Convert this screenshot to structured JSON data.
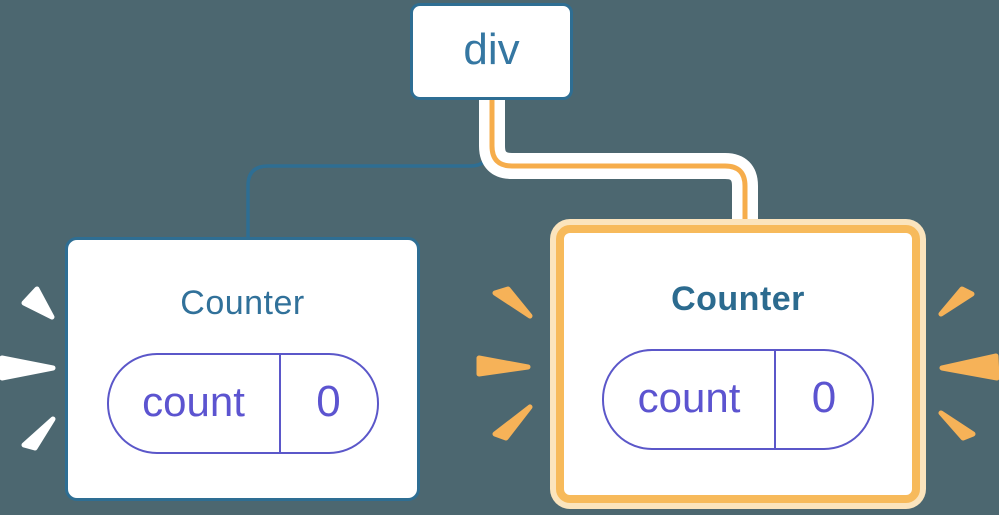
{
  "diagram": {
    "root": {
      "label": "div"
    },
    "children": [
      {
        "title": "Counter",
        "state": {
          "key": "count",
          "value": "0"
        },
        "highlighted": false
      },
      {
        "title": "Counter",
        "state": {
          "key": "count",
          "value": "0"
        },
        "highlighted": true
      }
    ]
  },
  "colors": {
    "background": "#4C6770",
    "node_border_blue": "#2E6E93",
    "root_label_blue": "#3577A2",
    "title_blue": "#31719A",
    "title_blue_bold": "#2C6B8F",
    "state_indigo": "#5C54D0",
    "state_border_indigo": "#5B57C9",
    "highlight_border_orange": "#F7BA5B",
    "highlight_halo_orange": "#FBE4BD",
    "edge_orange": "#F6AD4B",
    "edge_casing_white": "#FFFFFF",
    "spark_orange": "#F6B258",
    "spark_white": "#FFFFFF"
  }
}
